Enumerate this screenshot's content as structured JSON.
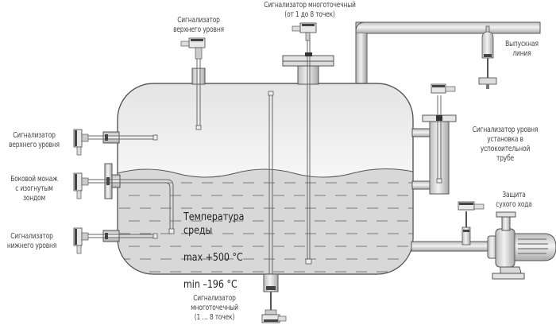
{
  "labels": {
    "multipoint_top": "Сигнализатор многоточечный\n(от 1 до 8 точек)",
    "upper_level_top": "Сигнализатор\nверхнего уровня",
    "outlet_line": "Выпускная\nлиния",
    "upper_level_side": "Сигнализатор\nверхнего уровня",
    "side_mount_bent": "Боковой монаж\nс изогнутым\nзондом",
    "lower_level_side": "Сигнализатор\nнижнего уровня",
    "level_in_stilling_tube": "Сигнализатор уровня\nустановка в\nуспокоительной\nтрубе",
    "dry_run_protection": "Защита\nсухого хода",
    "multipoint_bottom": "Сигнализатор\nмноготочечный\n(1 … 8 точек)"
  },
  "medium": {
    "title": "Температура\nсреды",
    "max": "max +500 °C",
    "min": "min –196 °C"
  },
  "colors": {
    "outline": "#555555",
    "liquid": "#d9d9d9",
    "vessel_fill": "#eeeeee",
    "pipe": "#cfcfcf",
    "text": "#444444"
  }
}
